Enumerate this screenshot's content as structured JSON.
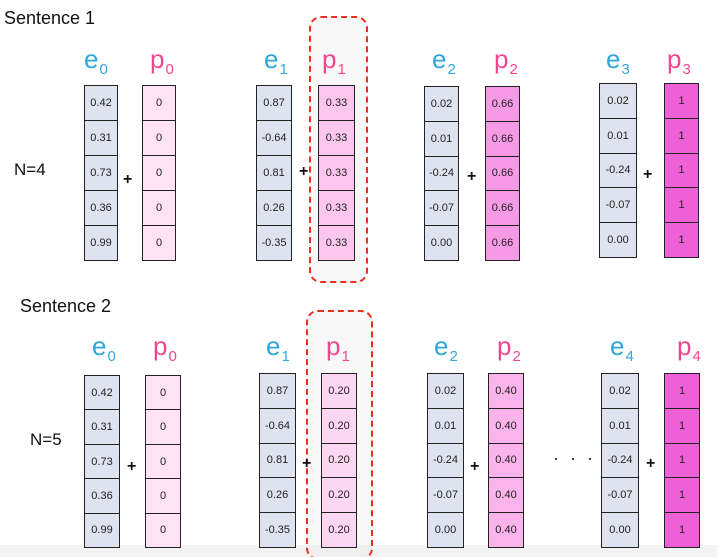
{
  "sentences": [
    {
      "title": "Sentence 1",
      "n_label": "N=4",
      "pairs": [
        {
          "e_base": "e",
          "e_sub": "0",
          "p_base": "p",
          "p_sub": "0",
          "e_values": [
            "0.42",
            "0.31",
            "0.73",
            "0.36",
            "0.99"
          ],
          "p_values": [
            "0",
            "0",
            "0",
            "0",
            "0"
          ],
          "p_color": "#ffe3f4",
          "highlight": false
        },
        {
          "e_base": "e",
          "e_sub": "1",
          "p_base": "p",
          "p_sub": "1",
          "e_values": [
            "0.87",
            "-0.64",
            "0.81",
            "0.26",
            "-0.35"
          ],
          "p_values": [
            "0.33",
            "0.33",
            "0.33",
            "0.33",
            "0.33"
          ],
          "p_color": "#fcc6ee",
          "highlight": true
        },
        {
          "e_base": "e",
          "e_sub": "2",
          "p_base": "p",
          "p_sub": "2",
          "e_values": [
            "0.02",
            "0.01",
            "-0.24",
            "-0.07",
            "0.00"
          ],
          "p_values": [
            "0.66",
            "0.66",
            "0.66",
            "0.66",
            "0.66"
          ],
          "p_color": "#f79ae6",
          "highlight": false
        },
        {
          "e_base": "e",
          "e_sub": "3",
          "p_base": "p",
          "p_sub": "3",
          "e_values": [
            "0.02",
            "0.01",
            "-0.24",
            "-0.07",
            "0.00"
          ],
          "p_values": [
            "1",
            "1",
            "1",
            "1",
            "1"
          ],
          "p_color": "#ee5fd8",
          "highlight": false
        }
      ]
    },
    {
      "title": "Sentence 2",
      "n_label": "N=5",
      "ellipsis": "· · ·",
      "pairs": [
        {
          "e_base": "e",
          "e_sub": "0",
          "p_base": "p",
          "p_sub": "0",
          "e_values": [
            "0.42",
            "0.31",
            "0.73",
            "0.36",
            "0.99"
          ],
          "p_values": [
            "0",
            "0",
            "0",
            "0",
            "0"
          ],
          "p_color": "#ffe3f4",
          "highlight": false
        },
        {
          "e_base": "e",
          "e_sub": "1",
          "p_base": "p",
          "p_sub": "1",
          "e_values": [
            "0.87",
            "-0.64",
            "0.81",
            "0.26",
            "-0.35"
          ],
          "p_values": [
            "0.20",
            "0.20",
            "0.20",
            "0.20",
            "0.20"
          ],
          "p_color": "#fdd6f2",
          "highlight": true
        },
        {
          "e_base": "e",
          "e_sub": "2",
          "p_base": "p",
          "p_sub": "2",
          "e_values": [
            "0.02",
            "0.01",
            "-0.24",
            "-0.07",
            "0.00"
          ],
          "p_values": [
            "0.40",
            "0.40",
            "0.40",
            "0.40",
            "0.40"
          ],
          "p_color": "#fbb3ec",
          "highlight": false
        },
        {
          "e_base": "e",
          "e_sub": "4",
          "p_base": "p",
          "p_sub": "4",
          "e_values": [
            "0.02",
            "0.01",
            "-0.24",
            "-0.07",
            "0.00"
          ],
          "p_values": [
            "1",
            "1",
            "1",
            "1",
            "1"
          ],
          "p_color": "#ee5fd8",
          "highlight": false
        }
      ]
    }
  ],
  "plus_symbol": "+",
  "e_color": "#dfe3f0"
}
